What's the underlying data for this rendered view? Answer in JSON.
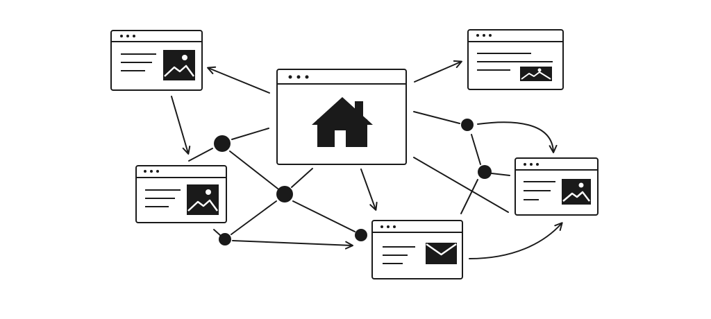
{
  "diagram": {
    "style": {
      "background": "#ffffff",
      "stroke": "#1a1a1a",
      "fill": "#1a1a1a"
    },
    "pages": [
      {
        "id": "home",
        "kind": "home-page",
        "icon": "house-icon"
      },
      {
        "id": "top-left",
        "kind": "content-page",
        "icon": "image-icon"
      },
      {
        "id": "top-right",
        "kind": "content-page",
        "icon": "image-icon"
      },
      {
        "id": "mid-left",
        "kind": "content-page",
        "icon": "image-icon"
      },
      {
        "id": "right",
        "kind": "content-page",
        "icon": "image-icon"
      },
      {
        "id": "bottom-center",
        "kind": "contact-page",
        "icon": "mail-icon"
      }
    ],
    "text": []
  }
}
